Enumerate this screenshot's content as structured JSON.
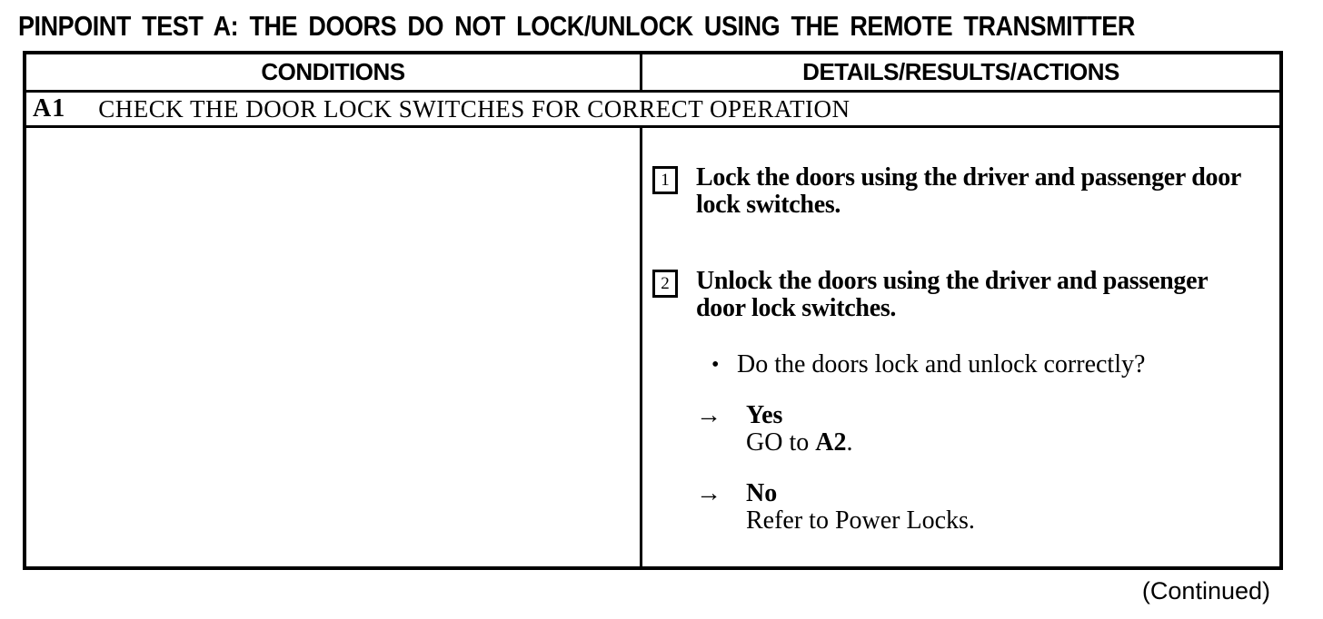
{
  "colors": {
    "ink": "#000000",
    "paper": "#ffffff"
  },
  "title": "PINPOINT TEST A: THE DOORS DO NOT LOCK/UNLOCK USING THE REMOTE TRANSMITTER",
  "table": {
    "header_left": "CONDITIONS",
    "header_right": "DETAILS/RESULTS/ACTIONS",
    "test": {
      "id": "A1",
      "label": "CHECK THE DOOR LOCK SWITCHES FOR CORRECT OPERATION"
    }
  },
  "details": {
    "steps": [
      {
        "number": "1",
        "lines": [
          "Lock the doors using the driver and passenger door",
          "lock switches."
        ]
      },
      {
        "number": "2",
        "lines": [
          "Unlock the doors using the driver and passenger",
          "door lock switches."
        ]
      }
    ],
    "question": {
      "bullet": "•",
      "text": "Do the doors lock and unlock correctly?"
    },
    "results": [
      {
        "arrow": "→",
        "label": "Yes",
        "action": [
          {
            "text": "GO to "
          },
          {
            "text": "A2"
          },
          {
            "text": "."
          }
        ]
      },
      {
        "arrow": "→",
        "label": "No",
        "action": [
          {
            "text": "Refer to Power Locks."
          },
          {
            "text": ""
          },
          {
            "text": ""
          }
        ]
      }
    ]
  },
  "footer": {
    "continued": "(Continued)"
  }
}
